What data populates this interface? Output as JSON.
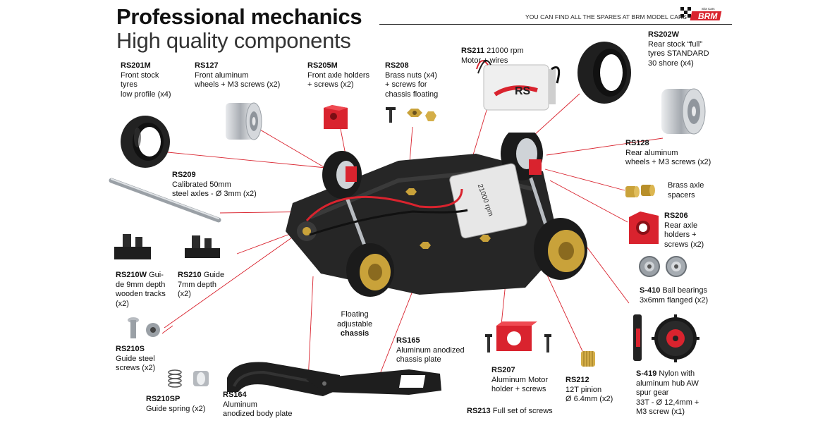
{
  "header": {
    "title": "Professional mechanics",
    "subtitle": "High quality components",
    "tagline": "YOU CAN FIND ALL THE SPARES AT BRM MODEL CARS",
    "logo_text": "BRM",
    "logo_small": "Slot Cars"
  },
  "colors": {
    "leader": "#d9232e",
    "accent_red": "#d9232e",
    "rubber": "#1f1f1f",
    "aluminum": "#c9cdd2",
    "brass": "#c9a23a",
    "chassis": "#262626"
  },
  "parts": [
    {
      "id": "rs201m",
      "code": "RS201M",
      "lines": [
        "Front stock",
        "tyres",
        "low profile (x4)"
      ]
    },
    {
      "id": "rs127",
      "code": "RS127",
      "lines": [
        "Front aluminum",
        "wheels + M3 screws (x2)"
      ]
    },
    {
      "id": "rs205m",
      "code": "RS205M",
      "lines": [
        "Front axle holders",
        "+ screws (x2)"
      ]
    },
    {
      "id": "rs208",
      "code": "RS208",
      "lines": [
        "Brass nuts (x4)",
        "+ screws for",
        "chassis floating"
      ]
    },
    {
      "id": "rs211",
      "code": "RS211",
      "inline": "21000 rpm",
      "lines": [
        "Motor + wires"
      ]
    },
    {
      "id": "rs202w",
      "code": "RS202W",
      "lines": [
        "Rear stock “full”",
        "tyres STANDARD",
        "30 shore (x4)"
      ]
    },
    {
      "id": "rs128",
      "code": "RS128",
      "lines": [
        "Rear aluminum",
        "wheels + M3 screws (x2)"
      ]
    },
    {
      "id": "spacers",
      "code": "",
      "lines": [
        "Brass axle",
        "spacers"
      ]
    },
    {
      "id": "rs206",
      "code": "RS206",
      "lines": [
        "Rear axle",
        "holders +",
        "screws (x2)"
      ]
    },
    {
      "id": "s410",
      "code": "S-410",
      "inline": "Ball bearings",
      "lines": [
        "3x6mm flanged (x2)"
      ]
    },
    {
      "id": "rs209",
      "code": "RS209",
      "lines": [
        "Calibrated 50mm",
        "steel axles - Ø 3mm (x2)"
      ]
    },
    {
      "id": "rs210w",
      "code": "RS210W",
      "inline": "Gui-",
      "lines": [
        "de 9mm depth",
        "wooden tracks",
        "(x2)"
      ]
    },
    {
      "id": "rs210",
      "code": "RS210",
      "inline": "Guide",
      "lines": [
        "7mm depth",
        "(x2)"
      ]
    },
    {
      "id": "chassis",
      "code": "",
      "lines": [
        "Floating",
        "adjustable",
        "chassis"
      ]
    },
    {
      "id": "rs210s",
      "code": "RS210S",
      "lines": [
        "Guide steel",
        "screws (x2)"
      ]
    },
    {
      "id": "rs165",
      "code": "RS165",
      "lines": [
        "Aluminum anodized",
        "chassis plate"
      ]
    },
    {
      "id": "rs210sp",
      "code": "RS210SP",
      "lines": [
        "Guide spring (x2)"
      ]
    },
    {
      "id": "rs164",
      "code": "RS164",
      "lines": [
        "Aluminum",
        "anodized body plate"
      ]
    },
    {
      "id": "rs207",
      "code": "RS207",
      "lines": [
        "Aluminum Motor",
        "holder + screws"
      ]
    },
    {
      "id": "rs212",
      "code": "RS212",
      "lines": [
        "12T pinion",
        "Ø 6.4mm (x2)"
      ]
    },
    {
      "id": "s419",
      "code": "S-419",
      "inline": "Nylon with",
      "lines": [
        "aluminum hub AW",
        "spur gear",
        "33T  - Ø 12,4mm +",
        "M3 screw (x1)"
      ]
    },
    {
      "id": "rs213",
      "code": "RS213",
      "inline": "Full set of screws",
      "lines": []
    }
  ],
  "motor_printed": {
    "brand": "RS",
    "rpm": "21000 rpm"
  }
}
